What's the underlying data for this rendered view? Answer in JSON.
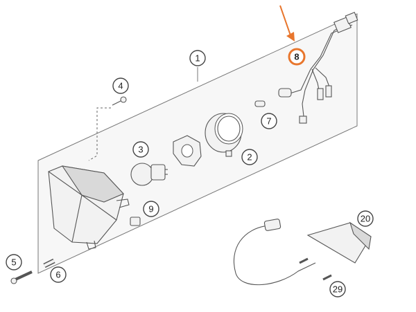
{
  "accent_color": "#e8762d",
  "callouts": [
    {
      "id": "1",
      "label": "1"
    },
    {
      "id": "2",
      "label": "2"
    },
    {
      "id": "3",
      "label": "3"
    },
    {
      "id": "4",
      "label": "4"
    },
    {
      "id": "5",
      "label": "5"
    },
    {
      "id": "6",
      "label": "6"
    },
    {
      "id": "7",
      "label": "7"
    },
    {
      "id": "8",
      "label": "8",
      "highlighted": true
    },
    {
      "id": "9",
      "label": "9"
    },
    {
      "id": "20",
      "label": "20"
    },
    {
      "id": "29",
      "label": "29"
    }
  ]
}
